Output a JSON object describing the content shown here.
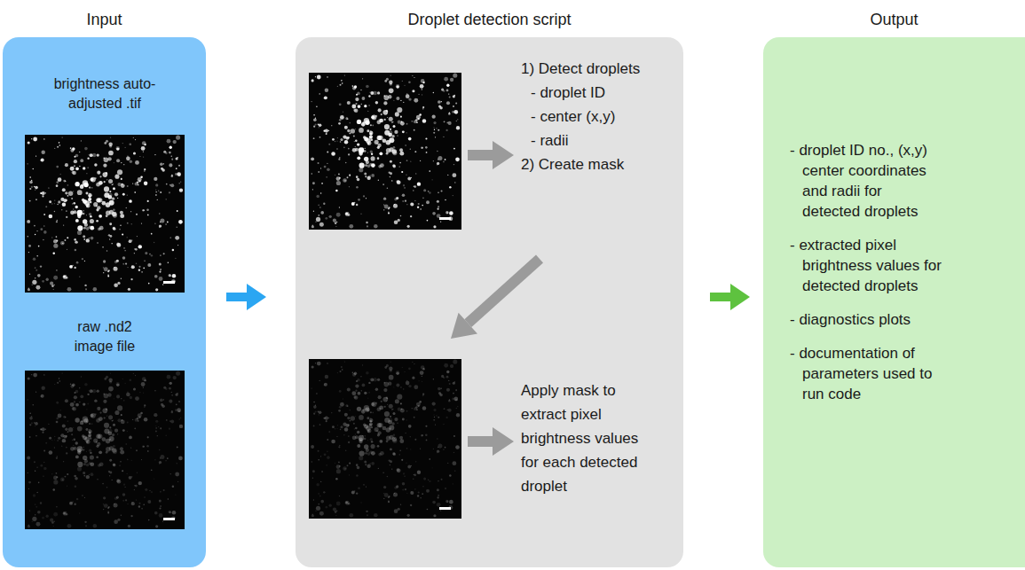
{
  "diagram": {
    "nodes": [
      {
        "text": [
          "Input"
        ]
      },
      {
        "text": [
          "brightness auto-adjusted .tif"
        ],
        "in": 0
      },
      {
        "text": [
          "raw .nd2 image file"
        ],
        "in": 0
      },
      {
        "text": [
          "Droplet detection script",
          "1) Detect droplets",
          "- droplet ID",
          "- center (x,y)",
          "- radii",
          "2) Create mask",
          "Apply mask to extract pixel brightness values for each detected droplet"
        ]
      },
      {
        "text": [
          "Output",
          "- droplet ID no., (x,y) center coordinates and radii for detected droplets",
          "- extracted pixel brightness values for detected droplets",
          "- diagnostics plots",
          "- documentation of parameters used to run code"
        ]
      }
    ],
    "edges": [
      {
        "from": 0,
        "to": 3,
        "arrow": "to"
      },
      {
        "from": 3,
        "to": 4,
        "arrow": "to"
      }
    ]
  }
}
